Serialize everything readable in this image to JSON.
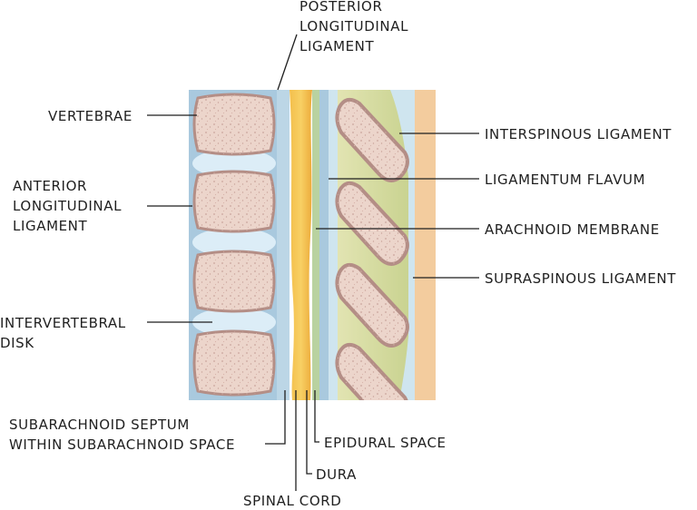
{
  "labels": {
    "posterior_longitudinal_ligament": [
      "POSTERIOR",
      "LONGITUDINAL",
      "LIGAMENT"
    ],
    "vertebrae": "VERTEBRAE",
    "anterior_longitudinal_ligament": [
      "ANTERIOR",
      "LONGITUDINAL",
      "LIGAMENT"
    ],
    "intervertebral_disk": [
      "INTERVERTEBRAL",
      "DISK"
    ],
    "interspinous_ligament": "INTERSPINOUS LIGAMENT",
    "ligamentum_flavum": "LIGAMENTUM FLAVUM",
    "arachnoid_membrane": "ARACHNOID MEMBRANE",
    "supraspinous_ligament": "SUPRASPINOUS LIGAMENT",
    "subarachnoid_septum": [
      "SUBARACHNOID SEPTUM",
      "WITHIN SUBARACHNOID SPACE"
    ],
    "epidural_space": "EPIDURAL SPACE",
    "dura": "DURA",
    "spinal_cord": "SPINAL CORD"
  },
  "colors": {
    "bone": "#ecd5cb",
    "bone_edge": "#b48e86",
    "bone_speckle": "#c9a59c",
    "disk": "#d9ebf6",
    "blue_tissue": "#a9c9de",
    "cord": "#f0b443",
    "cord_core": "#f6c85a",
    "green_layer": "#b9d2a0",
    "olive_ligament": "#d6dca0",
    "peach_ligament": "#f3cc9e",
    "pale_blue": "#cfe5ef"
  }
}
